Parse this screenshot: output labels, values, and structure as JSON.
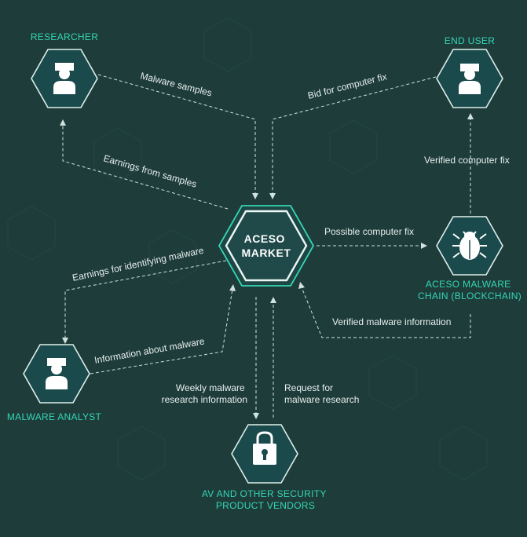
{
  "center": {
    "line1": "ACESO",
    "line2": "MARKET"
  },
  "nodes": {
    "researcher": {
      "label": "RESEARCHER",
      "icon": "person-icon"
    },
    "end_user": {
      "label": "END USER",
      "icon": "person-icon"
    },
    "blockchain": {
      "line1": "ACESO MALWARE",
      "line2": "CHAIN (BLOCKCHAIN)",
      "icon": "bug-icon"
    },
    "analyst": {
      "label": "MALWARE ANALYST",
      "icon": "person-icon"
    },
    "vendors": {
      "line1": "AV AND OTHER SECURITY",
      "line2": "PRODUCT VENDORS",
      "icon": "lock-icon"
    }
  },
  "flows": {
    "malware_samples": "Malware samples",
    "bid_fix": "Bid for computer fix",
    "earnings_samples": "Earnings from samples",
    "verified_fix": "Verified computer fix",
    "possible_fix": "Possible computer fix",
    "earnings_identifying": "Earnings for identifying malware",
    "verified_info": "Verified malware information",
    "info_about": "Information about malware",
    "weekly_1": "Weekly malware",
    "weekly_2": "research information",
    "request_1": "Request for",
    "request_2": "malware research"
  },
  "colors": {
    "background": "#1e3c3a",
    "node_fill": "#1a4a4c",
    "accent": "#35d6b4",
    "line": "#cfe3df"
  }
}
